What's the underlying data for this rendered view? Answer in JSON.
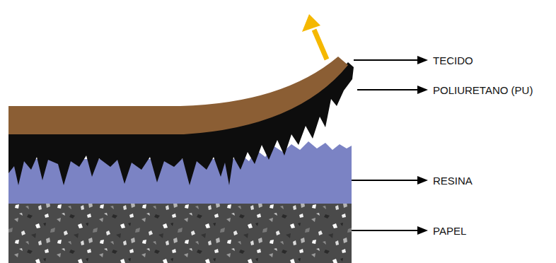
{
  "diagram": {
    "labels": [
      "TECIDO",
      "POLIURETANO (PU)",
      "RESINA",
      "PAPEL"
    ]
  }
}
